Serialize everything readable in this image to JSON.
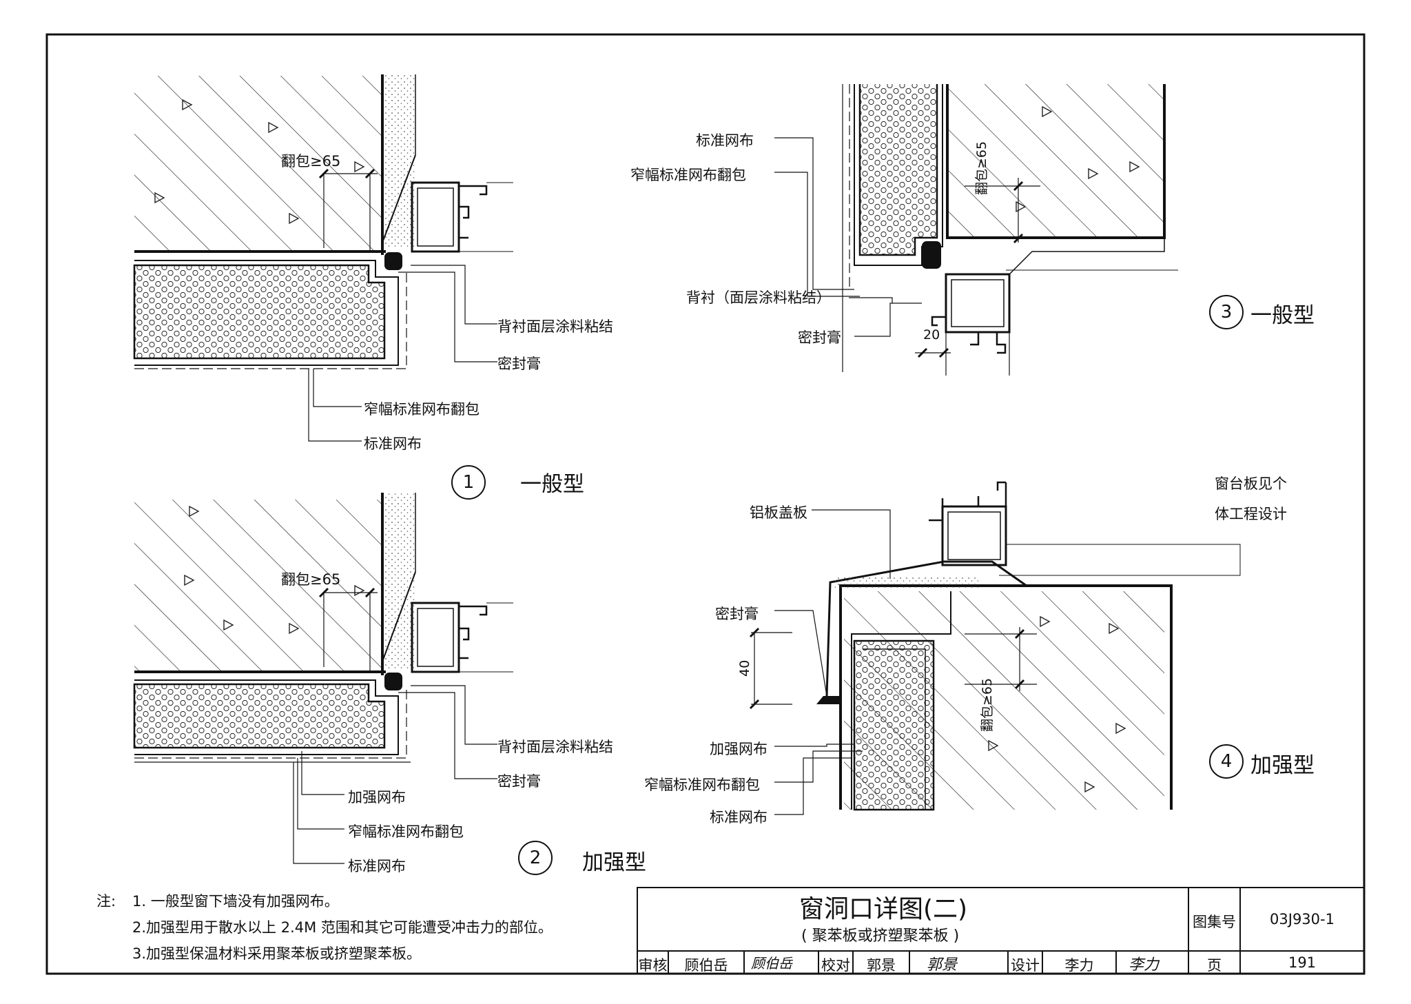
{
  "detail1": {
    "number": "1",
    "caption": "一般型",
    "dim_label": "翻包≥65",
    "labels": {
      "backing": "背衬面层涂料粘结",
      "sealant": "密封膏",
      "narrow_mesh": "窄幅标准网布翻包",
      "standard_mesh": "标准网布"
    }
  },
  "detail2": {
    "number": "2",
    "caption": "加强型",
    "dim_label": "翻包≥65",
    "labels": {
      "backing": "背衬面层涂料粘结",
      "sealant": "密封膏",
      "reinforce_mesh": "加强网布",
      "narrow_mesh": "窄幅标准网布翻包",
      "standard_mesh": "标准网布"
    }
  },
  "detail3": {
    "number": "3",
    "caption": "一般型",
    "dim_label": "翻包≥65",
    "dim_20": "20",
    "labels": {
      "standard_mesh": "标准网布",
      "narrow_mesh": "窄幅标准网布翻包",
      "backing": "背衬（面层涂料粘结）",
      "sealant": "密封膏"
    }
  },
  "detail4": {
    "number": "4",
    "caption": "加强型",
    "dim_label": "翻包≥65",
    "dim_40": "40",
    "labels": {
      "aluminum_cover": "铝板盖板",
      "sill_note_line1": "窗台板见个",
      "sill_note_line2": "体工程设计",
      "sealant": "密封膏",
      "reinforce_mesh": "加强网布",
      "narrow_mesh": "窄幅标准网布翻包",
      "standard_mesh": "标准网布"
    }
  },
  "notes": {
    "prefix": "注:",
    "items": [
      "1. 一般型窗下墙没有加强网布。",
      "2.加强型用于散水以上 2.4M 范围和其它可能遭受冲击力的部位。",
      "3.加强型保温材料采用聚苯板或挤塑聚苯板。"
    ]
  },
  "title_block": {
    "title": "窗洞口详图(二)",
    "subtitle": "( 聚苯板或挤塑聚苯板 )",
    "atlas_label": "图集号",
    "atlas_no": "03J930-1",
    "review_label": "审核",
    "reviewer": "顾伯岳",
    "reviewer_sig": "顾伯岳",
    "check_label": "校对",
    "checker": "郭景",
    "checker_sig": "郭景",
    "design_label": "设计",
    "designer": "李力",
    "designer_sig": "李力",
    "page_label": "页",
    "page_no": "191"
  }
}
